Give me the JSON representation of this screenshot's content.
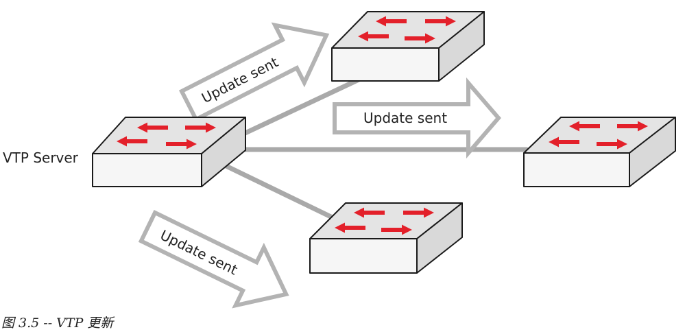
{
  "server_label": "VTP Server",
  "arrows": [
    {
      "label": "Update sent"
    },
    {
      "label": "Update sent"
    },
    {
      "label": "Update sent"
    }
  ],
  "caption": "图 3.5 -- VTP 更新",
  "colors": {
    "arrow_red": "#e3202a",
    "link_gray": "#a9a9a9",
    "outline_gray": "#b3b3b3",
    "switch_top": "#e4e4e4",
    "switch_front": "#f6f6f6"
  }
}
